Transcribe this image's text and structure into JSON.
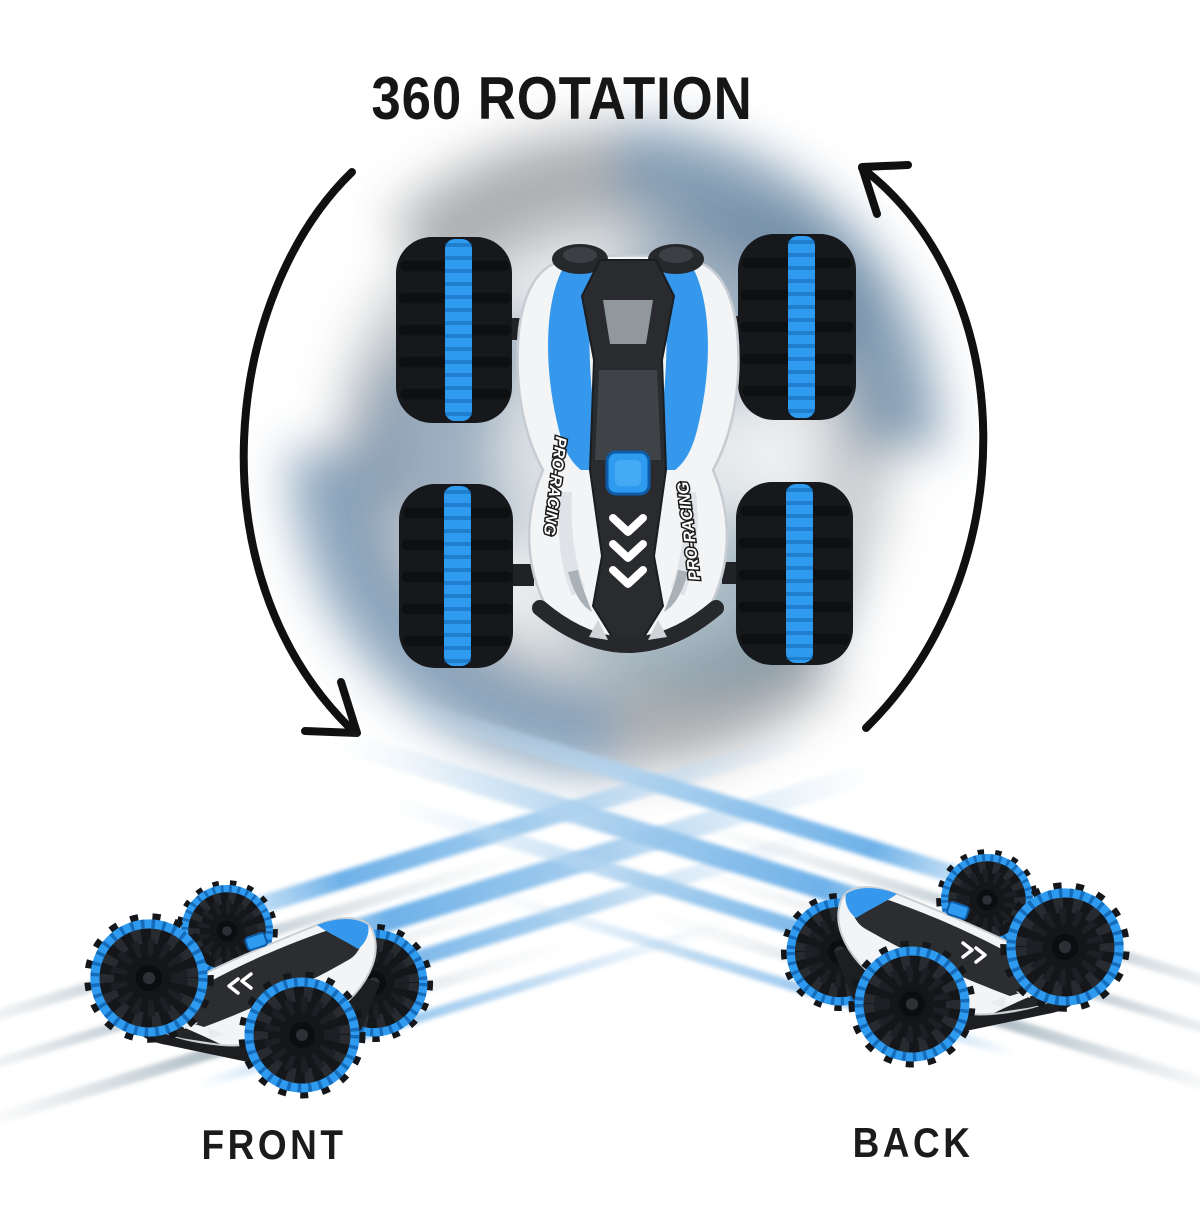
{
  "title": "360 ROTATION",
  "hero": {
    "decal_left": "PRO-RACING",
    "decal_right": "PRO-RACING",
    "rotation_direction": "counter-clockwise"
  },
  "views": [
    {
      "label": "FRONT"
    },
    {
      "label": "BACK"
    }
  ],
  "icons": {
    "left_arrow": "curved-rotation-arrow-down",
    "right_arrow": "curved-rotation-arrow-up",
    "spine_arrows": "triple-chevron-down"
  },
  "colors": {
    "accent_blue": "#2f9bf0",
    "accent_blue_dark": "#0e5ca8",
    "body_blue": "#3598ec",
    "body_white": "#f3f5f7",
    "wheel_black": "#17191c",
    "swirl_blue": "#4e7191",
    "swirl_gray": "#9aa0a4",
    "streak_blue": "#7db8e8",
    "ink": "#141414"
  }
}
